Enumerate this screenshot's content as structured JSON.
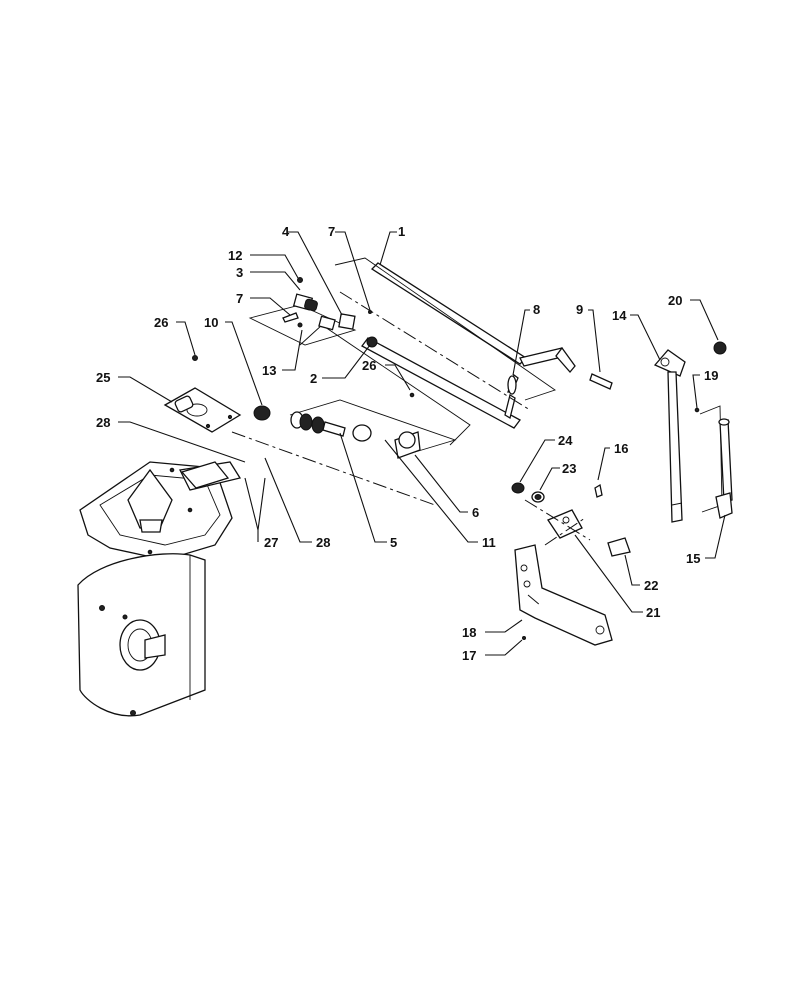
{
  "callouts": [
    {
      "id": "c1",
      "text": "1"
    },
    {
      "id": "c2",
      "text": "2"
    },
    {
      "id": "c3",
      "text": "3"
    },
    {
      "id": "c4",
      "text": "4"
    },
    {
      "id": "c5",
      "text": "5"
    },
    {
      "id": "c6",
      "text": "6"
    },
    {
      "id": "c7a",
      "text": "7"
    },
    {
      "id": "c7b",
      "text": "7"
    },
    {
      "id": "c8",
      "text": "8"
    },
    {
      "id": "c9",
      "text": "9"
    },
    {
      "id": "c10",
      "text": "10"
    },
    {
      "id": "c11",
      "text": "11"
    },
    {
      "id": "c12",
      "text": "12"
    },
    {
      "id": "c13",
      "text": "13"
    },
    {
      "id": "c14",
      "text": "14"
    },
    {
      "id": "c15",
      "text": "15"
    },
    {
      "id": "c16",
      "text": "16"
    },
    {
      "id": "c17",
      "text": "17"
    },
    {
      "id": "c18",
      "text": "18"
    },
    {
      "id": "c19",
      "text": "19"
    },
    {
      "id": "c20",
      "text": "20"
    },
    {
      "id": "c21",
      "text": "21"
    },
    {
      "id": "c22",
      "text": "22"
    },
    {
      "id": "c23",
      "text": "23"
    },
    {
      "id": "c24",
      "text": "24"
    },
    {
      "id": "c25",
      "text": "25"
    },
    {
      "id": "c26a",
      "text": "26"
    },
    {
      "id": "c26b",
      "text": "26"
    },
    {
      "id": "c27",
      "text": "27"
    },
    {
      "id": "c28a",
      "text": "28"
    },
    {
      "id": "c28b",
      "text": "28"
    }
  ]
}
